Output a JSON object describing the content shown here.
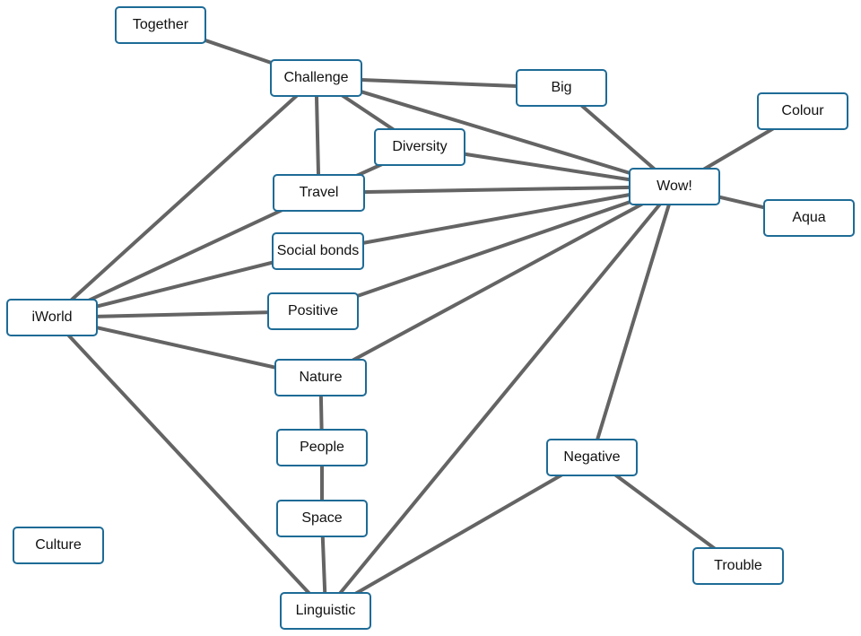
{
  "nodes": {
    "together": "Together",
    "challenge": "Challenge",
    "big": "Big",
    "colour": "Colour",
    "diversity": "Diversity",
    "wow": "Wow!",
    "travel": "Travel",
    "aqua": "Aqua",
    "social_bonds": "Social bonds",
    "iworld": "iWorld",
    "positive": "Positive",
    "nature": "Nature",
    "negative": "Negative",
    "people": "People",
    "space": "Space",
    "culture": "Culture",
    "trouble": "Trouble",
    "linguistic": "Linguistic"
  },
  "edges": [
    [
      "together",
      "challenge"
    ],
    [
      "challenge",
      "big"
    ],
    [
      "challenge",
      "diversity"
    ],
    [
      "challenge",
      "wow"
    ],
    [
      "challenge",
      "travel"
    ],
    [
      "challenge",
      "iworld"
    ],
    [
      "big",
      "wow"
    ],
    [
      "colour",
      "wow"
    ],
    [
      "aqua",
      "wow"
    ],
    [
      "diversity",
      "wow"
    ],
    [
      "diversity",
      "travel"
    ],
    [
      "travel",
      "wow"
    ],
    [
      "travel",
      "iworld"
    ],
    [
      "social_bonds",
      "wow"
    ],
    [
      "social_bonds",
      "iworld"
    ],
    [
      "positive",
      "wow"
    ],
    [
      "positive",
      "iworld"
    ],
    [
      "nature",
      "wow"
    ],
    [
      "nature",
      "iworld"
    ],
    [
      "nature",
      "people"
    ],
    [
      "people",
      "space"
    ],
    [
      "space",
      "linguistic"
    ],
    [
      "iworld",
      "linguistic"
    ],
    [
      "wow",
      "linguistic"
    ],
    [
      "wow",
      "negative"
    ],
    [
      "negative",
      "linguistic"
    ],
    [
      "negative",
      "trouble"
    ]
  ],
  "colors": {
    "node_border": "#1e6b96",
    "edge": "#646464",
    "background": "#ffffff"
  }
}
